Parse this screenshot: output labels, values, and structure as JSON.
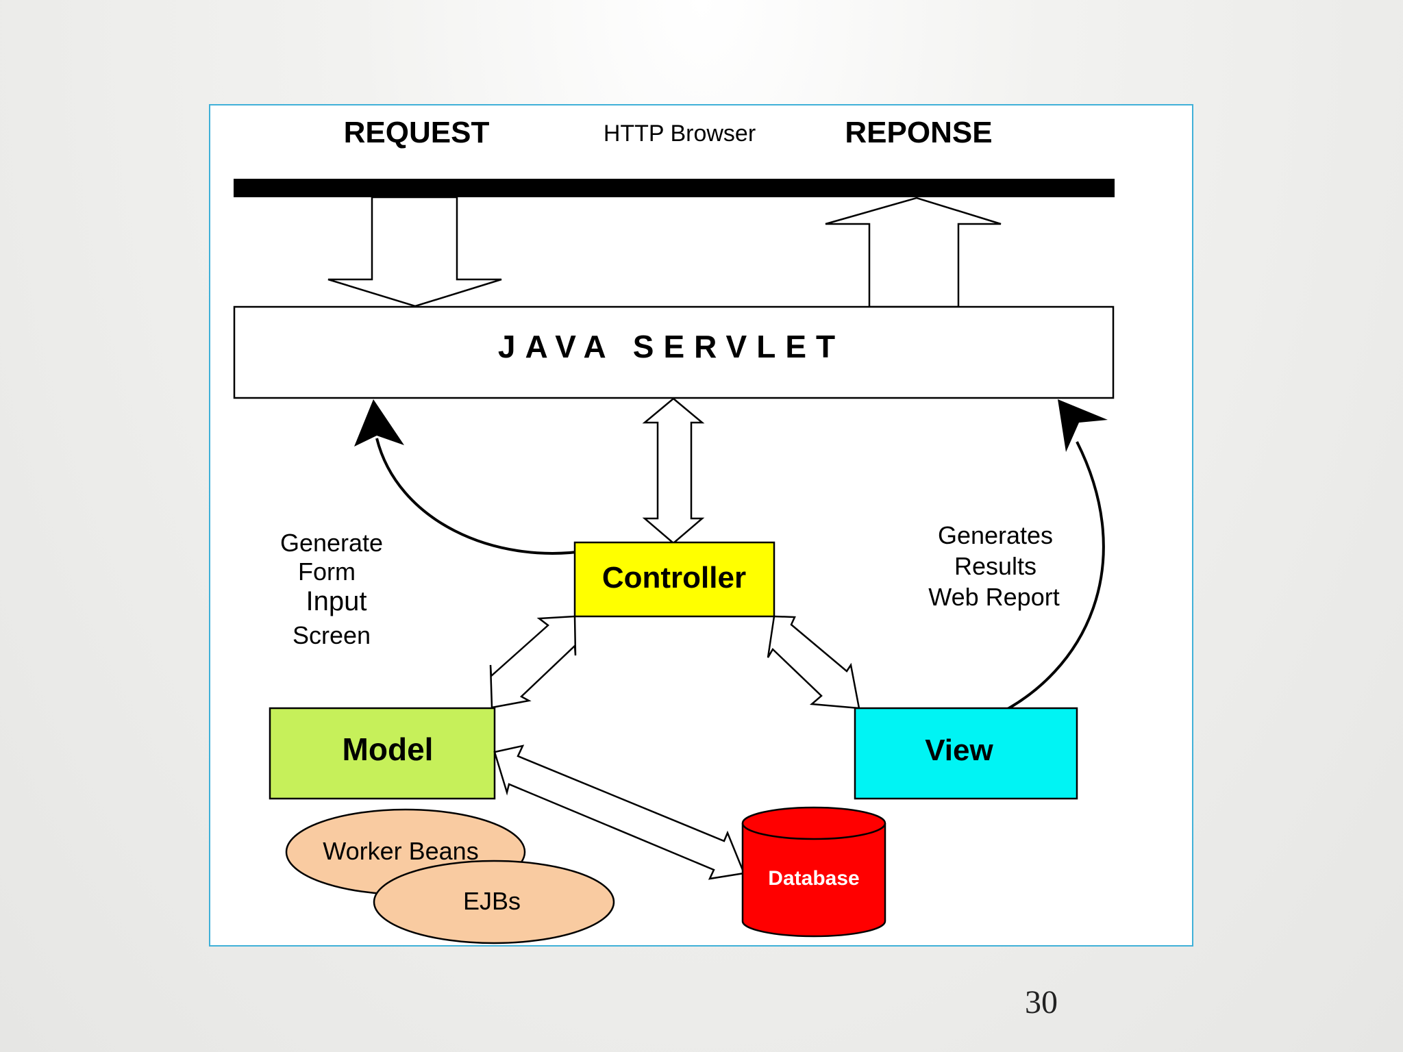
{
  "diagram": {
    "top_labels": {
      "request": "REQUEST",
      "browser": "HTTP Browser",
      "response": "REPONSE"
    },
    "servlet": "JAVA SERVLET",
    "controller": "Controller",
    "model": "Model",
    "view": "View",
    "database": "Database",
    "worker_beans": "Worker Beans",
    "ejbs": "EJBs",
    "left_note": [
      "Generate",
      "Form",
      "Input",
      "Screen"
    ],
    "right_note": [
      "Generates",
      "Results",
      "Web Report"
    ],
    "colors": {
      "frame": "#3fb0d8",
      "controller": "#ffff00",
      "model": "#c6f05a",
      "view": "#00f4f4",
      "database": "#ff0000",
      "beans": "#f9cba1"
    }
  },
  "slide": {
    "page_number": "30"
  }
}
